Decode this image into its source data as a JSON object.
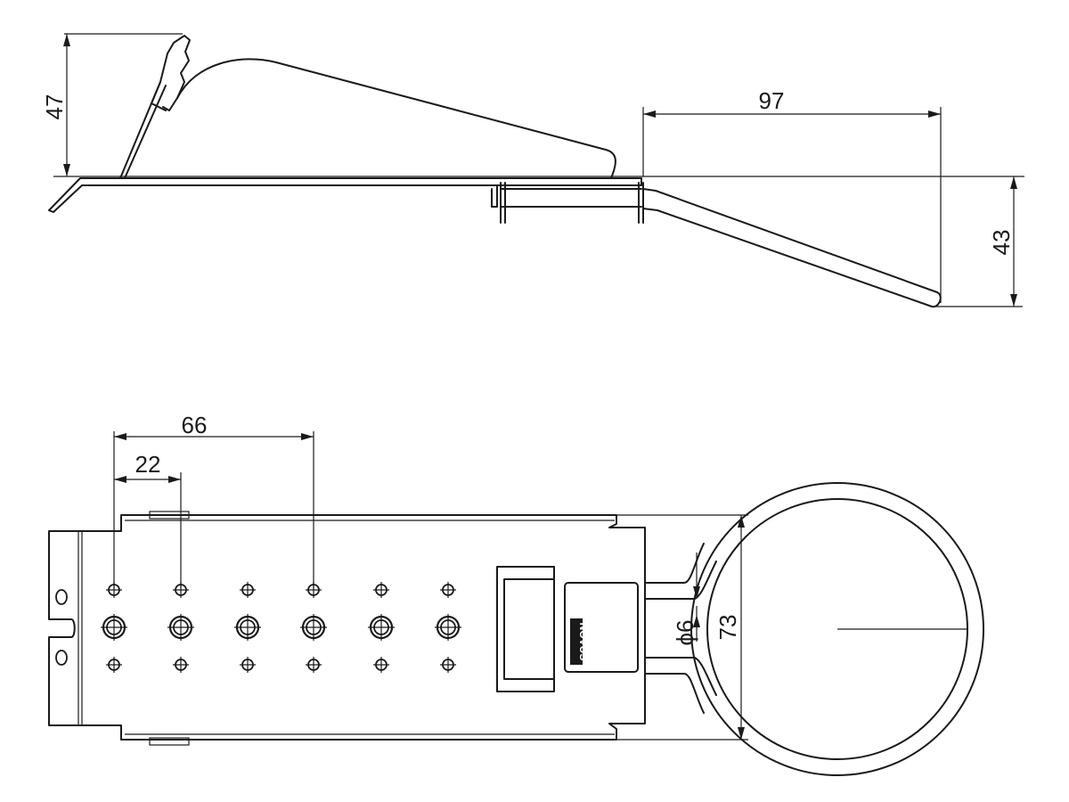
{
  "title": "",
  "side_view": {
    "dimensions": {
      "height_left": "47",
      "length_right": "97",
      "drop_right": "43"
    }
  },
  "top_view": {
    "dimensions": {
      "span_66": "66",
      "span_22": "22",
      "diameter": "ϕ6",
      "ring_inner": "73"
    },
    "logo": "NOVUS"
  }
}
